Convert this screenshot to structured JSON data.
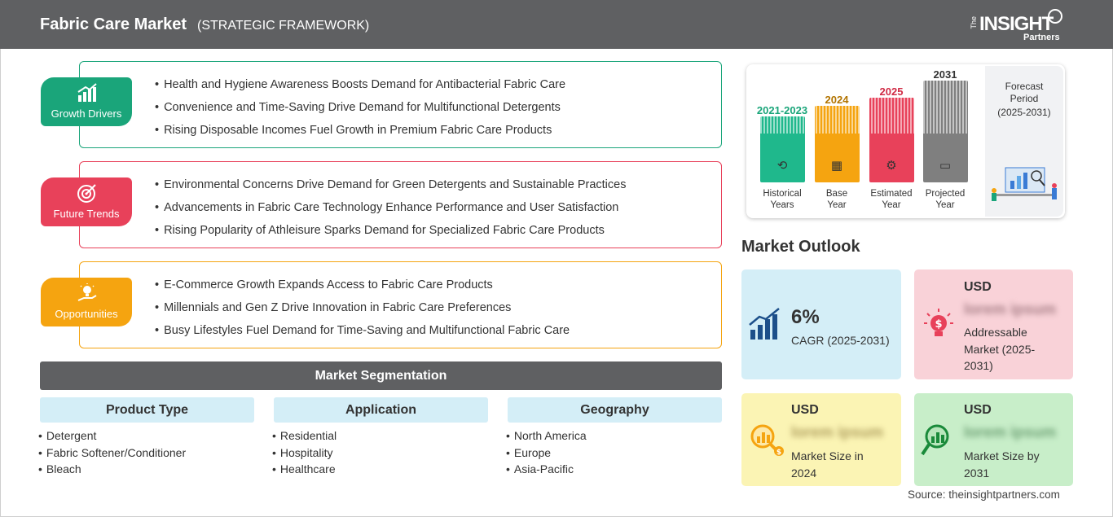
{
  "header": {
    "title": "Fabric Care Market",
    "subtitle": "(STRATEGIC FRAMEWORK)",
    "logo_the": "The",
    "logo_insight": "INSIGHT",
    "logo_partners": "Partners"
  },
  "framework": [
    {
      "label": "Growth Drivers",
      "icon": "growth-chart-icon",
      "color": "#1aa57a",
      "items": [
        "Health and Hygiene Awareness Boosts Demand for Antibacterial Fabric Care",
        "Convenience and Time-Saving Drive Demand for Multifunctional Detergents",
        "Rising Disposable Incomes Fuel Growth in Premium Fabric Care Products"
      ]
    },
    {
      "label": "Future Trends",
      "icon": "target-icon",
      "color": "#e8415a",
      "items": [
        "Environmental Concerns Drive Demand for Green Detergents and Sustainable Practices",
        "Advancements in Fabric Care Technology Enhance Performance and User Satisfaction",
        "Rising Popularity of Athleisure Sparks Demand for Specialized Fabric Care Products"
      ]
    },
    {
      "label": "Opportunities",
      "icon": "lightbulb-hand-icon",
      "color": "#f5a410",
      "items": [
        "E-Commerce Growth Expands Access to Fabric Care Products",
        "Millennials and Gen Z Drive Innovation in Fabric Care Preferences",
        "Busy Lifestyles Fuel Demand for Time-Saving and Multifunctional Fabric Care"
      ]
    }
  ],
  "segmentation": {
    "title": "Market Segmentation",
    "columns": [
      {
        "heading": "Product Type",
        "items": [
          "Detergent",
          "Fabric Softener/Conditioner",
          "Bleach"
        ]
      },
      {
        "heading": "Application",
        "items": [
          "Residential",
          "Hospitality",
          "Healthcare"
        ]
      },
      {
        "heading": "Geography",
        "items": [
          "North America",
          "Europe",
          "Asia-Pacific"
        ]
      }
    ]
  },
  "timeline": {
    "periods": [
      {
        "year": "2021-2023",
        "label_1": "Historical",
        "label_2": "Years",
        "color": "#1fb88c",
        "year_color": "#1aa57a",
        "icon": "history-icon"
      },
      {
        "year": "2024",
        "label_1": "Base",
        "label_2": "Year",
        "color": "#f5a410",
        "year_color": "#b27400",
        "icon": "calendar-icon"
      },
      {
        "year": "2025",
        "label_1": "Estimated",
        "label_2": "Year",
        "color": "#e8415a",
        "year_color": "#d02a44",
        "icon": "gears-icon"
      },
      {
        "year": "2031",
        "label_1": "Projected",
        "label_2": "Year",
        "color": "#7f7f7f",
        "year_color": "#333333",
        "icon": "presentation-icon"
      }
    ],
    "forecast_label_1": "Forecast",
    "forecast_label_2": "Period",
    "forecast_range": "(2025-2031)"
  },
  "outlook": {
    "title": "Market Outlook",
    "cagr_value": "6%",
    "cagr_label": "CAGR (2025-2031)",
    "cards": [
      {
        "usd": "USD",
        "value": "lorem ipsum",
        "desc_1": "Addressable",
        "desc_2": "Market (2025-",
        "desc_3": "2031)"
      },
      {
        "usd": "USD",
        "value": "lorem ipsum",
        "desc_1": "Market Size in",
        "desc_2": "2024"
      },
      {
        "usd": "USD",
        "value": "lorem ipsum",
        "desc_1": "Market Size by",
        "desc_2": "2031"
      }
    ],
    "colors": {
      "cagr": "#d4eef7",
      "addressable": "#f9d2d8",
      "size2024": "#fbf4b4",
      "size2031": "#c8eec9"
    }
  },
  "source": "Source: theinsightpartners.com"
}
